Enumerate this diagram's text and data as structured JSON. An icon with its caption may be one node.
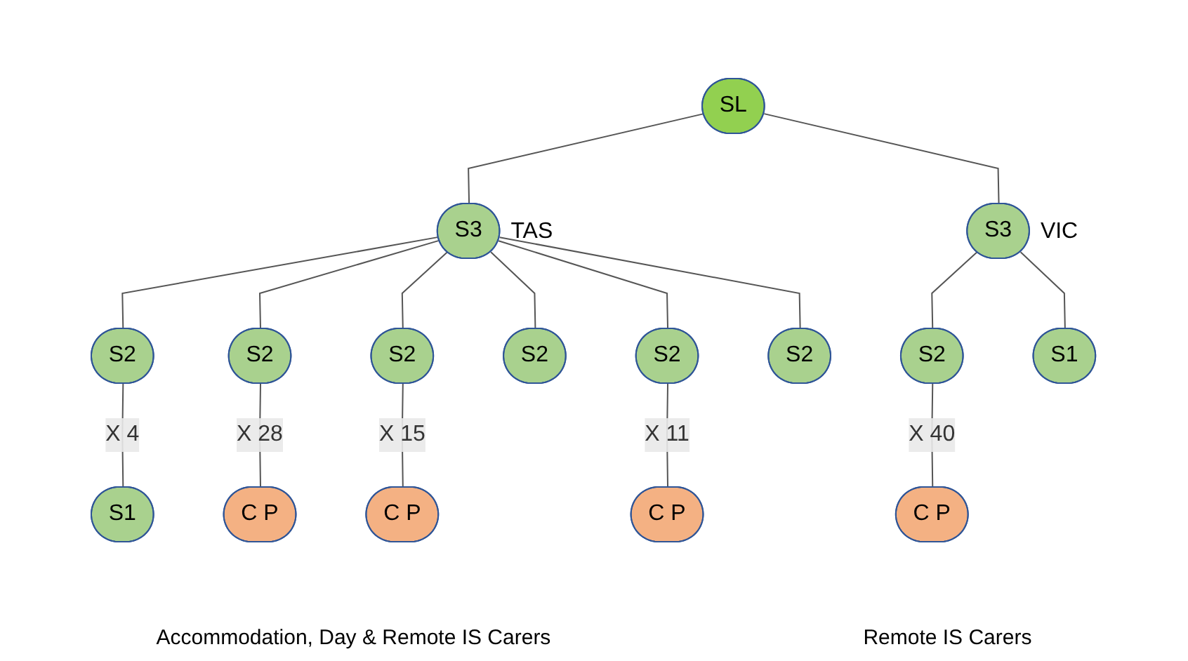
{
  "diagram": {
    "nodes": [
      {
        "text": [
          "SL"
        ]
      },
      {
        "text": [
          "S3"
        ],
        "beside": [
          "TAS"
        ]
      },
      {
        "text": [
          "S3"
        ],
        "beside": [
          "VIC"
        ]
      },
      {
        "text": [
          "S2"
        ]
      },
      {
        "text": [
          "S2"
        ]
      },
      {
        "text": [
          "S2"
        ]
      },
      {
        "text": [
          "S2"
        ]
      },
      {
        "text": [
          "S2"
        ]
      },
      {
        "text": [
          "S2"
        ]
      },
      {
        "text": [
          "S2"
        ]
      },
      {
        "text": [
          "S1"
        ]
      },
      {
        "text": [
          "C P"
        ]
      },
      {
        "text": [
          "C P"
        ]
      },
      {
        "text": [
          "C P"
        ]
      },
      {
        "text": [
          "S1"
        ]
      },
      {
        "text": [
          "C P"
        ]
      }
    ],
    "edges": [
      {
        "from": 0,
        "to": 1,
        "arrow": "none"
      },
      {
        "from": 0,
        "to": 2,
        "arrow": "none"
      },
      {
        "from": 1,
        "to": 3,
        "arrow": "none"
      },
      {
        "from": 1,
        "to": 4,
        "arrow": "none"
      },
      {
        "from": 1,
        "to": 5,
        "arrow": "none"
      },
      {
        "from": 1,
        "to": 6,
        "arrow": "none"
      },
      {
        "from": 1,
        "to": 7,
        "arrow": "none"
      },
      {
        "from": 1,
        "to": 8,
        "arrow": "none"
      },
      {
        "from": 2,
        "to": 14,
        "arrow": "none"
      },
      {
        "from": 2,
        "to": 9,
        "arrow": "none"
      },
      {
        "from": 3,
        "to": 10,
        "label": "X 4",
        "arrow": "none"
      },
      {
        "from": 4,
        "to": 11,
        "label": "X 28",
        "arrow": "none"
      },
      {
        "from": 5,
        "to": 12,
        "label": "X 15",
        "arrow": "none"
      },
      {
        "from": 7,
        "to": 13,
        "label": "X 11",
        "arrow": "none"
      },
      {
        "from": 9,
        "to": 15,
        "label": "X 40",
        "arrow": "none"
      }
    ],
    "labels": [
      "Accommodation, Day & Remote IS Carers",
      "Remote IS Carers"
    ]
  }
}
